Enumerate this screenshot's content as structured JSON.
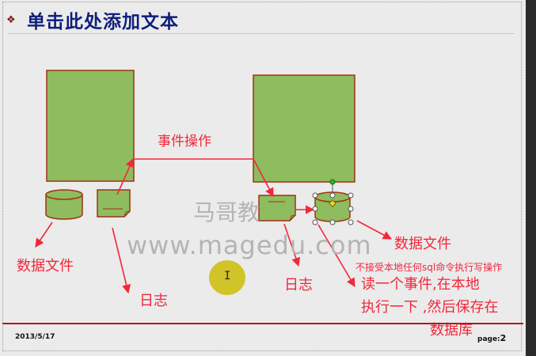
{
  "slide": {
    "title": "单击此处添加文本",
    "date": "2013/5/17",
    "page_label": "page:",
    "page_number": "2"
  },
  "diagram": {
    "event_op": "事件操作",
    "data_file_left": "数据文件",
    "log_left": "日志",
    "log_right": "日志",
    "data_file_right": "数据文件",
    "no_sql_note": "不接受本地任何sql命令执行写操作",
    "read_note_line1": "读一个事件,在本地",
    "read_note_line2": "执行一下 ,然后保存在",
    "read_note_line3": "数据库"
  },
  "watermark": {
    "cn": "马哥教",
    "url": "www.magedu.com"
  },
  "colors": {
    "box_fill": "#8fbc5e",
    "box_border": "#a03214",
    "arrow": "#f2273a",
    "title": "#0e1f7a"
  }
}
